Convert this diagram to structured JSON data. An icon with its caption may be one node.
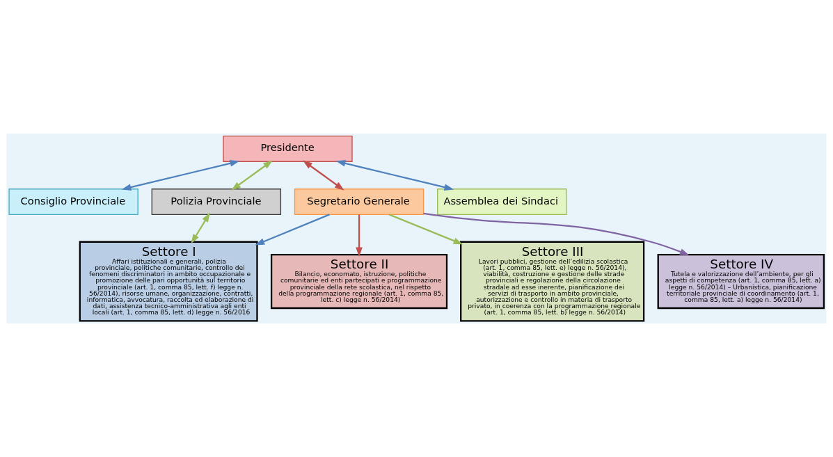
{
  "diagram": {
    "nodes": [
      {
        "text": [
          "Presidente"
        ]
      },
      {
        "text": [
          "Assemblea dei Sindaci"
        ]
      },
      {
        "text": [
          "Consiglio Provinciale"
        ]
      },
      {
        "text": [
          "Segretario Generale"
        ]
      },
      {
        "text": [
          "Polizia Provinciale"
        ]
      },
      {
        "text": [
          "Settore I",
          "Affari istituzionali e generali, polizia provinciale, politiche comunitarie, controllo dei fenomeni discriminatori in ambito occupazionale e promozione delle pari opportunità sul territorio provinciale (art. 1, comma 85, lett. f) legge n. 56/2014), risorse umane, organizzazione, contratti, informatica, avvocatura, raccolta ed elaborazione di dati, assistenza tecnico-amministrativa agli enti locali (art. 1, comma 85, lett. d) legge n. 56/2016"
        ]
      },
      {
        "text": [
          "Settore II",
          "Bilancio, economato, istruzione, politiche comunitarie ed enti partecipati e programmazione provinciale della rete scolastica, nel rispetto della programmazione regionale (art. 1, comma 85, lett. c) legge n. 56/2014)"
        ]
      },
      {
        "text": [
          "Settore III",
          "Lavori pubblici, gestione dell’edilizia scolastica (art. 1, comma 85, lett. e) legge n. 56/2014), viabilità, costruzione e gestione delle strade provinciali e regolazione della circolazione stradale ad esse inerente, pianificazione dei servizi di trasporto in ambito provinciale, autorizzazione e controllo in materia di trasporto privato, in coerenza con la programmazione regionale (art. 1, comma 85, lett. b) legge n. 56/2014)"
        ]
      },
      {
        "text": [
          "Settore IV",
          "Tutela e valorizzazione dell’ambiente, per gli aspetti di competenza (art. 1, comma 85, lett. a) legge n. 56/2014) – Urbanistica, pianificazione territoriale provinciale di coordinamento (art. 1, comma 85, lett. a) legge n. 56/2014)"
        ]
      }
    ],
    "edges": [
      {
        "from": 1,
        "to": 0,
        "arrow": "both",
        "color": "#4f81bd"
      },
      {
        "from": 0,
        "to": 2,
        "arrow": "both",
        "color": "#4f81bd"
      },
      {
        "from": 0,
        "to": 3,
        "arrow": "both",
        "color": "#c0504d"
      },
      {
        "from": 0,
        "to": 4,
        "arrow": "both",
        "color": "#9bbb59"
      },
      {
        "from": 4,
        "to": 5,
        "arrow": "both",
        "color": "#9bbb59"
      },
      {
        "from": 3,
        "to": 5,
        "arrow": "to",
        "color": "#4f81bd"
      },
      {
        "from": 3,
        "to": 6,
        "arrow": "to",
        "color": "#c0504d"
      },
      {
        "from": 3,
        "to": 7,
        "arrow": "to",
        "color": "#9bbb59"
      },
      {
        "from": 3,
        "to": 8,
        "arrow": "to",
        "color": "#8064a2"
      }
    ]
  }
}
